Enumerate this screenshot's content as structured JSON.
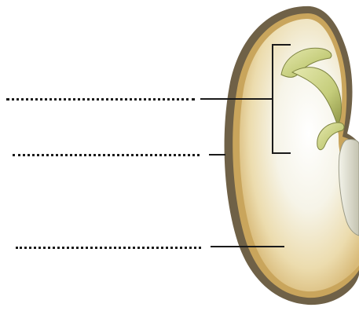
{
  "diagram": {
    "subject": "seed-cross-section",
    "colors": {
      "seed_coat": "#6f6147",
      "coat_inner": "#c9a55c",
      "cotyledon": "#f1e3be",
      "cotyledon_center": "#fbfbf5",
      "embryo_leaves": "#c5cd7b",
      "embryo_leaves_dark": "#8e9445",
      "radicle": "#d8d7c6",
      "line": "#1a1a1a"
    },
    "labels": [
      {
        "id": "blank-1",
        "answer": ""
      },
      {
        "id": "blank-2",
        "answer": ""
      },
      {
        "id": "blank-3",
        "answer": ""
      }
    ]
  }
}
